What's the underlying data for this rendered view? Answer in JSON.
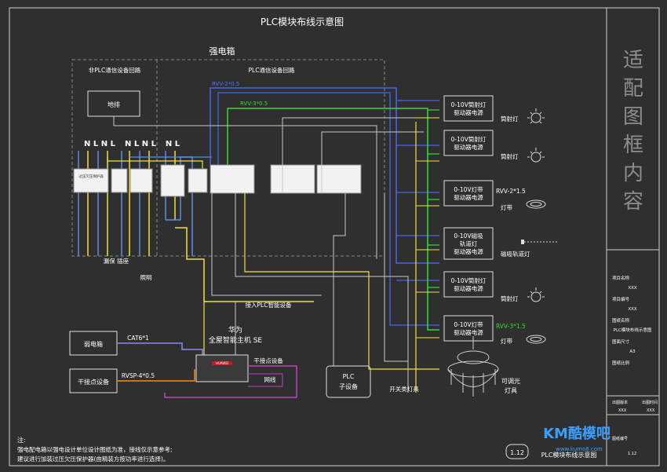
{
  "diagram": {
    "title": "PLC模块布线示意图",
    "cabinet": {
      "title": "强电箱",
      "zone_non_plc": "非PLC通信设备回路",
      "zone_plc": "PLC通信设备回路",
      "floor_heating": "地排",
      "nl_groups": [
        "N L N L",
        "N L N L",
        "N L"
      ],
      "breaker_caption": "过压欠压保护器"
    },
    "wires": {
      "rvv_blue": "RVV-2*0.5",
      "rvv_green": "RVV-3*0.5",
      "rvv_2_15": "RVV-2*1.5",
      "rvv_3_15": "RVV-3*1.5",
      "cat6": "CAT6*1",
      "rvsp": "RVSP-4*0.5"
    },
    "circuit_labels": {
      "leakage": "漏保 插座",
      "lighting": "照明",
      "connect_plc": "接入PLC智能设备"
    },
    "drivers": [
      {
        "name": "0-10V筒射灯驱动器电源",
        "load": "筒射灯"
      },
      {
        "name": "0-10V筒射灯驱动器电源",
        "load": "筒射灯"
      },
      {
        "name": "0-10V灯带驱动器电源",
        "load": "灯带"
      },
      {
        "name": "0-10V磁吸轨道灯驱动器电源",
        "load": "磁吸轨道灯"
      },
      {
        "name": "0-10V筒射灯驱动器电源",
        "load": "筒射灯"
      },
      {
        "name": "0-10V灯带驱动器电源",
        "load": "灯带"
      }
    ],
    "devices": {
      "weak_box": "弱电箱",
      "dry_contact": "干接点设备",
      "huawei_brand": "华为",
      "huawei_host": "全屋智能主机 SE",
      "host_badge": "HUAWEI",
      "dry_contact_label": "干接点设备",
      "network_label": "网线",
      "plc_sub": "PLC子设备",
      "switch_lamp": "开关类灯具",
      "dimmable_lamp": "可调光灯具"
    },
    "note": {
      "heading": "注:",
      "line1": "强电配电箱以强电设计单位设计图纸为准，接线仅示意参考;",
      "line2": "建议进行加装过压欠压保护器(由精装方按功率进行选择)。"
    },
    "sheet_no": "1.12",
    "footer_title": "PLC模块布线示意图"
  },
  "title_block": {
    "vertical_text": "适配图框内容",
    "fields": [
      {
        "label": "项目名称",
        "value": "XXX"
      },
      {
        "label": "项目编号",
        "value": "XXX"
      },
      {
        "label": "图纸名称",
        "value": "PLC模块布线示意图"
      },
      {
        "label": "图面尺寸",
        "value": "A3"
      },
      {
        "label": "图纸比例",
        "value": ""
      }
    ],
    "version": {
      "left_label": "出图版本",
      "right_label": "出图时间",
      "left_value": "XXX",
      "right_value": "XXX"
    },
    "sheet_label": "图纸编号",
    "sheet_value": "1.12"
  },
  "watermark": {
    "text": "KM酷模吧",
    "url": "www.kumo8.com"
  },
  "colors": {
    "background": "#2f2f2f",
    "neutral_wire": "#5b8fe0",
    "live_wire": "#f0e040",
    "signal_wire": "#c8c8c8",
    "rvv_green": "#33dd33",
    "plc_blue": "#4466ee",
    "network": "#c040c0",
    "border": "#d8d8d8"
  }
}
